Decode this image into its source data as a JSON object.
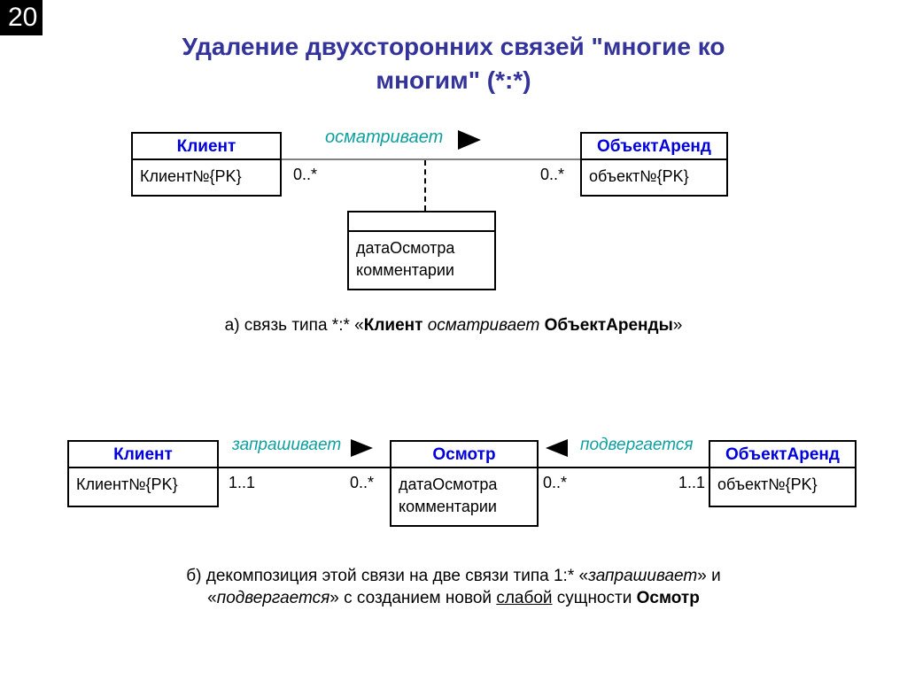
{
  "slide": {
    "number": "20",
    "title_line1": "Удаление двухсторонних связей \"многие ко",
    "title_line2": "многим\" (*:*)"
  },
  "colors": {
    "title_text": "#333399",
    "entity_header_text": "#0000dd",
    "relationship_verb_text": "#0f9f9f",
    "relationship_line_gray": "#808080",
    "slide_number_bg": "#000000",
    "slide_number_text": "#ffffff"
  },
  "icons": {
    "arrow_right": "filled-triangle-right",
    "arrow_left": "filled-triangle-left"
  },
  "diagram_a": {
    "client": {
      "title": "Клиент",
      "attr": "Клиент№{PK}"
    },
    "rental_object": {
      "title": "ОбъектАренд",
      "attr": "объект№{PK}"
    },
    "verb": "осматривает",
    "cardinality_left": "0..*",
    "cardinality_right": "0..*",
    "assoc_attr1": "датаОсмотра",
    "assoc_attr2": "комментарии",
    "caption": {
      "prefix": "а) связь типа *:* «",
      "entity1": "Клиент",
      "verb": " осматривает ",
      "entity2": "ОбъектАренды",
      "suffix": "»"
    }
  },
  "diagram_b": {
    "client": {
      "title": "Клиент",
      "attr": "Клиент№{PK}"
    },
    "inspection": {
      "title": "Осмотр",
      "attr1": "датаОсмотра",
      "attr2": "комментарии"
    },
    "rental_object": {
      "title": "ОбъектАренд",
      "attr": "объект№{PK}"
    },
    "verb_left": "запрашивает",
    "verb_right": "подвергается",
    "card_client": "1..1",
    "card_inspection_left": "0..*",
    "card_inspection_right": "0..*",
    "card_object": "1..1",
    "caption_line1": {
      "prefix": "б) декомпозиция этой связи на две связи типа 1:* «",
      "verb": "запрашивает",
      "suffix": "» и"
    },
    "caption_line2": {
      "p1": "«",
      "verb": "подвергается",
      "p2": "» с созданием новой ",
      "underlined": "слабой",
      "p3": " сущности ",
      "entity": "Осмотр"
    }
  }
}
